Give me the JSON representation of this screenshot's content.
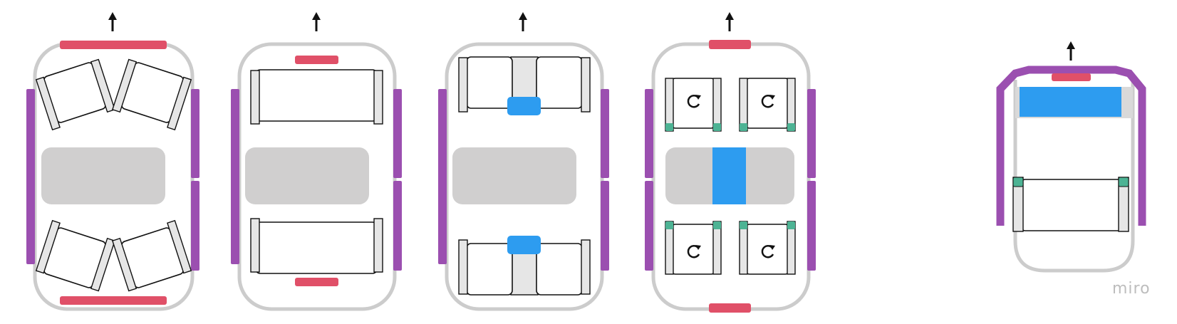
{
  "watermark": "miro",
  "colors": {
    "outline": "#cccccc",
    "window": "#e05068",
    "door": "#9b4fb0",
    "table": "#d0cfcf",
    "seat_fill": "#ffffff",
    "armrest": "#e6e6e6",
    "accent": "#2d9cf0",
    "swivel": "#4db394",
    "arrow": "#111111"
  },
  "layouts": [
    {
      "id": "layout-1",
      "description_icons": [
        "forward-arrow-icon"
      ],
      "seats": 4,
      "seat_style": "angled-armchairs"
    },
    {
      "id": "layout-2",
      "description_icons": [
        "forward-arrow-icon"
      ],
      "seats": 2,
      "seat_style": "facing-sofas"
    },
    {
      "id": "layout-3",
      "description_icons": [
        "forward-arrow-icon"
      ],
      "seats": 4,
      "seat_style": "sofas-with-console"
    },
    {
      "id": "layout-4",
      "description_icons": [
        "forward-arrow-icon",
        "rotate-icon"
      ],
      "seats": 4,
      "seat_style": "swivel-chairs"
    },
    {
      "id": "layout-5",
      "description_icons": [
        "forward-arrow-icon"
      ],
      "seats": 1,
      "seat_style": "compact-with-screen"
    }
  ]
}
